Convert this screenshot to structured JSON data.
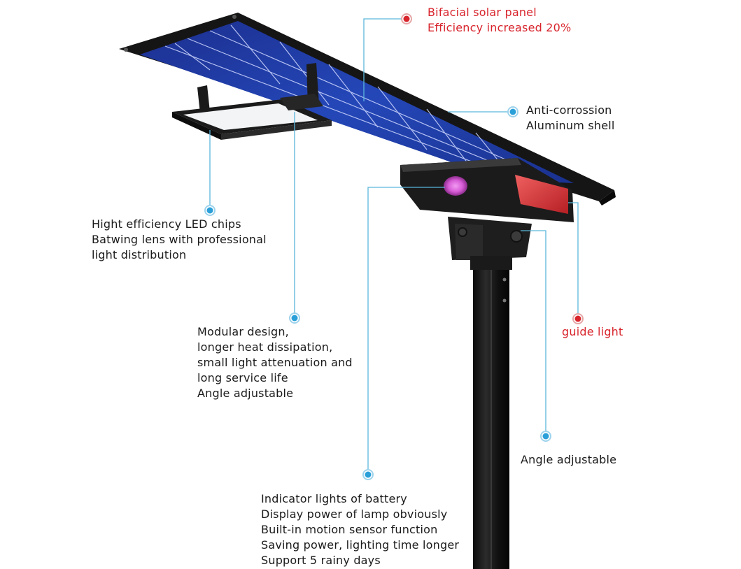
{
  "colors": {
    "leader_blue": "#5ab6dc",
    "dot_blue": "#2b9fd8",
    "dot_red": "#d8242c",
    "text_red": "#d8242c",
    "panel_frame": "#151515",
    "solar_cell": "#1f3fa6",
    "pole": "#141414",
    "indicator_purple": "#d65bd6",
    "guide_light_red": "#e23a3a"
  },
  "callouts": {
    "solar_panel": [
      "Bifacial solar panel",
      "Efficiency increased 20%"
    ],
    "shell": [
      "Anti-corrossion",
      "Aluminum shell"
    ],
    "led": [
      "Hight efficiency LED chips",
      "Batwing lens with professional",
      "light distribution"
    ],
    "modular": [
      "Modular design,",
      "longer heat dissipation,",
      "small light attenuation and",
      "long service life",
      "Angle adjustable"
    ],
    "guide": [
      "guide light"
    ],
    "angle": [
      "Angle adjustable"
    ],
    "battery": [
      "Indicator lights of battery",
      "Display power of lamp obviously",
      "Built-in motion sensor function",
      "Saving power, lighting time longer",
      "Support 5 rainy days"
    ]
  }
}
